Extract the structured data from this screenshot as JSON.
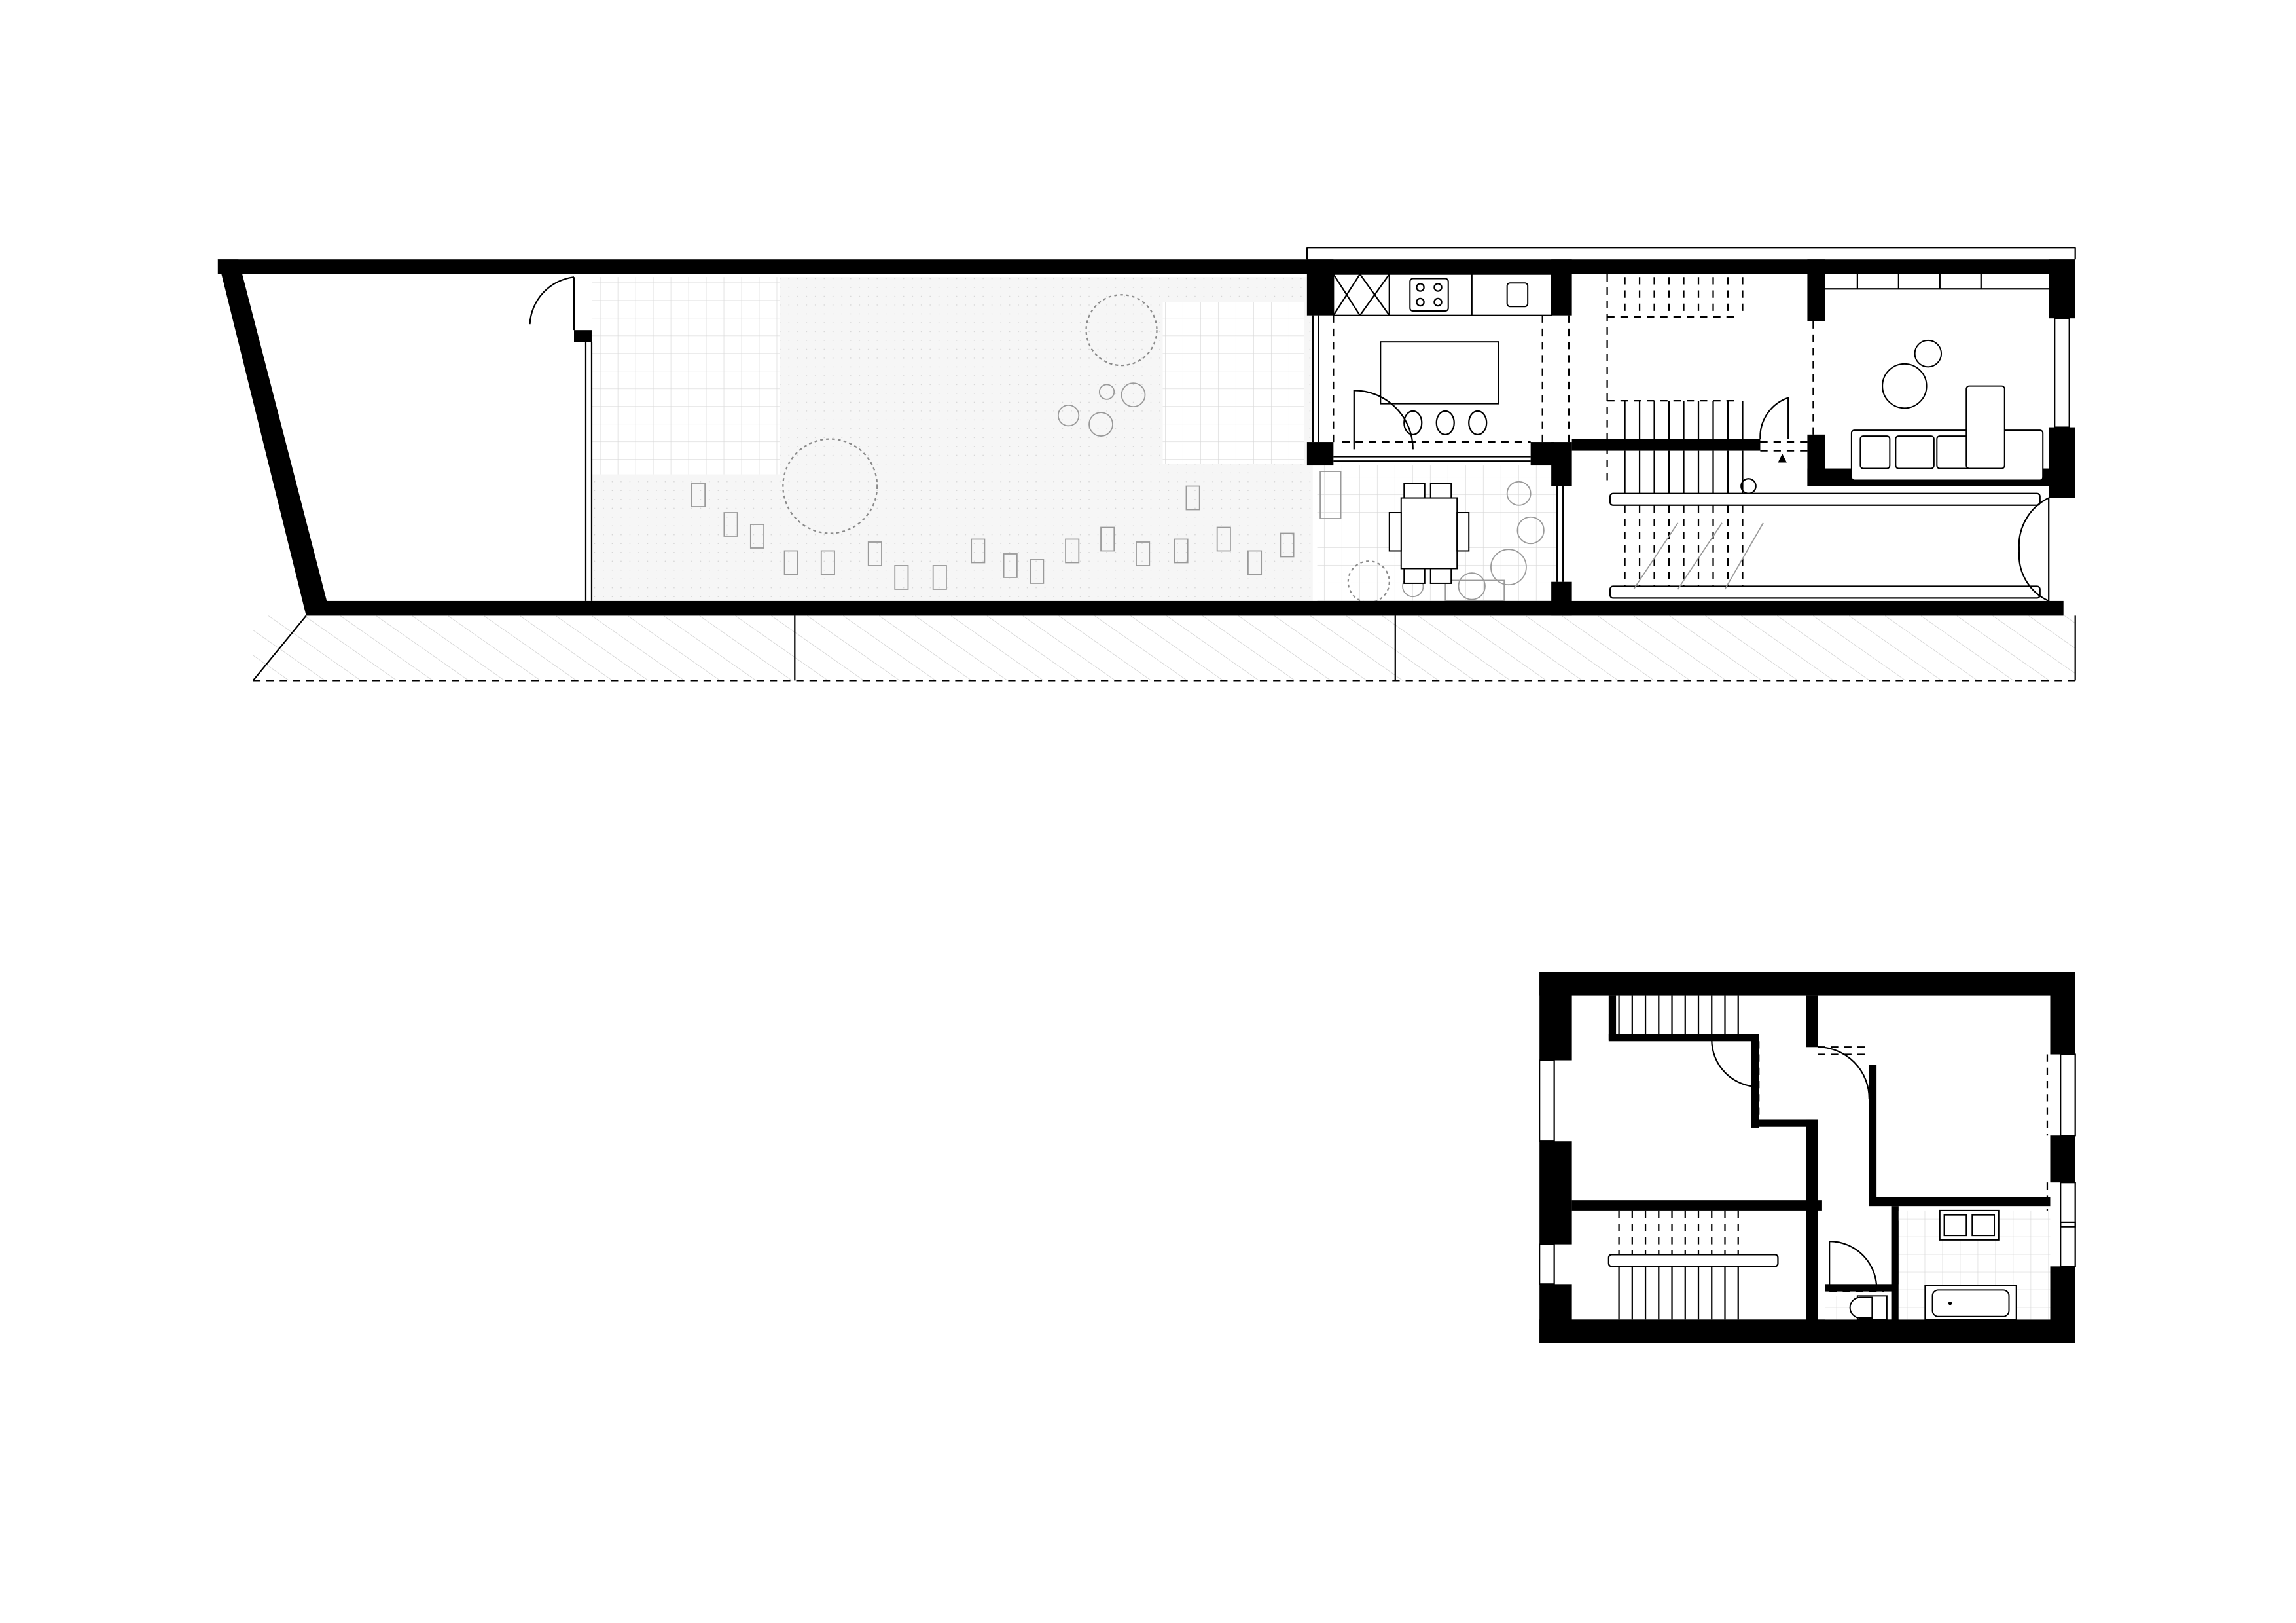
{
  "drawing": {
    "kind": "floor-plan",
    "levels": [
      "ground-floor-with-garden",
      "upper-floor"
    ]
  },
  "colors": {
    "wall": "#000000",
    "background": "#ffffff",
    "tile_grid": "#d8d8d8",
    "vegetation": "#8a8a8a",
    "garden_ground": "#f4f4f4"
  }
}
